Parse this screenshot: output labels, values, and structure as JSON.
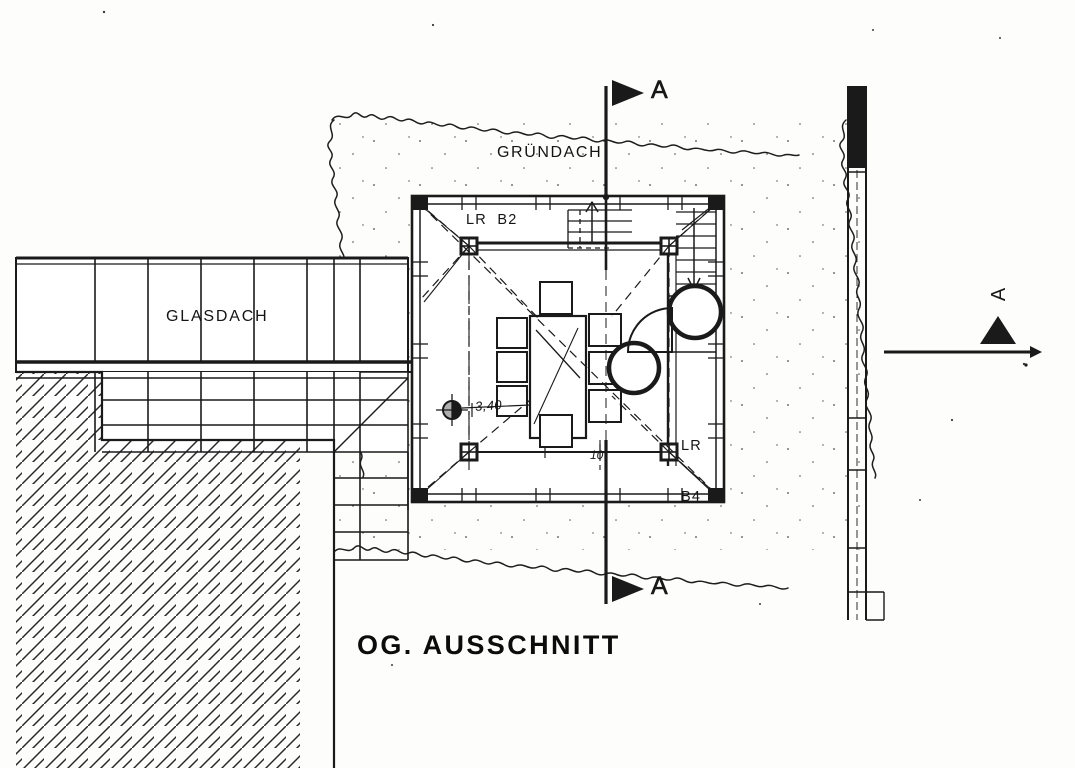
{
  "drawing": {
    "title": "OG. AUSSCHNITT",
    "type": "architectural-floor-plan",
    "sheet_background": "#fdfdfb",
    "ink_color": "#1a1a1a"
  },
  "labels": {
    "green_roof": "GRÜNDACH",
    "glass_roof": "GLASDACH",
    "column_b2": "LR  B2",
    "column_b4_line1": "LR",
    "column_b4_line2": "B4",
    "dimension_340": "3,40",
    "dimension_10": "10",
    "section_marker_top": "A",
    "section_marker_bottom": "A",
    "section_marker_right": "A"
  },
  "elements": {
    "section_line_label": "A-A",
    "stair_up_arrow": "up-arrow",
    "stair_down_arrow": "down-arrow",
    "round_table_count": 2,
    "chair_count": 8,
    "column_markers": 4
  }
}
